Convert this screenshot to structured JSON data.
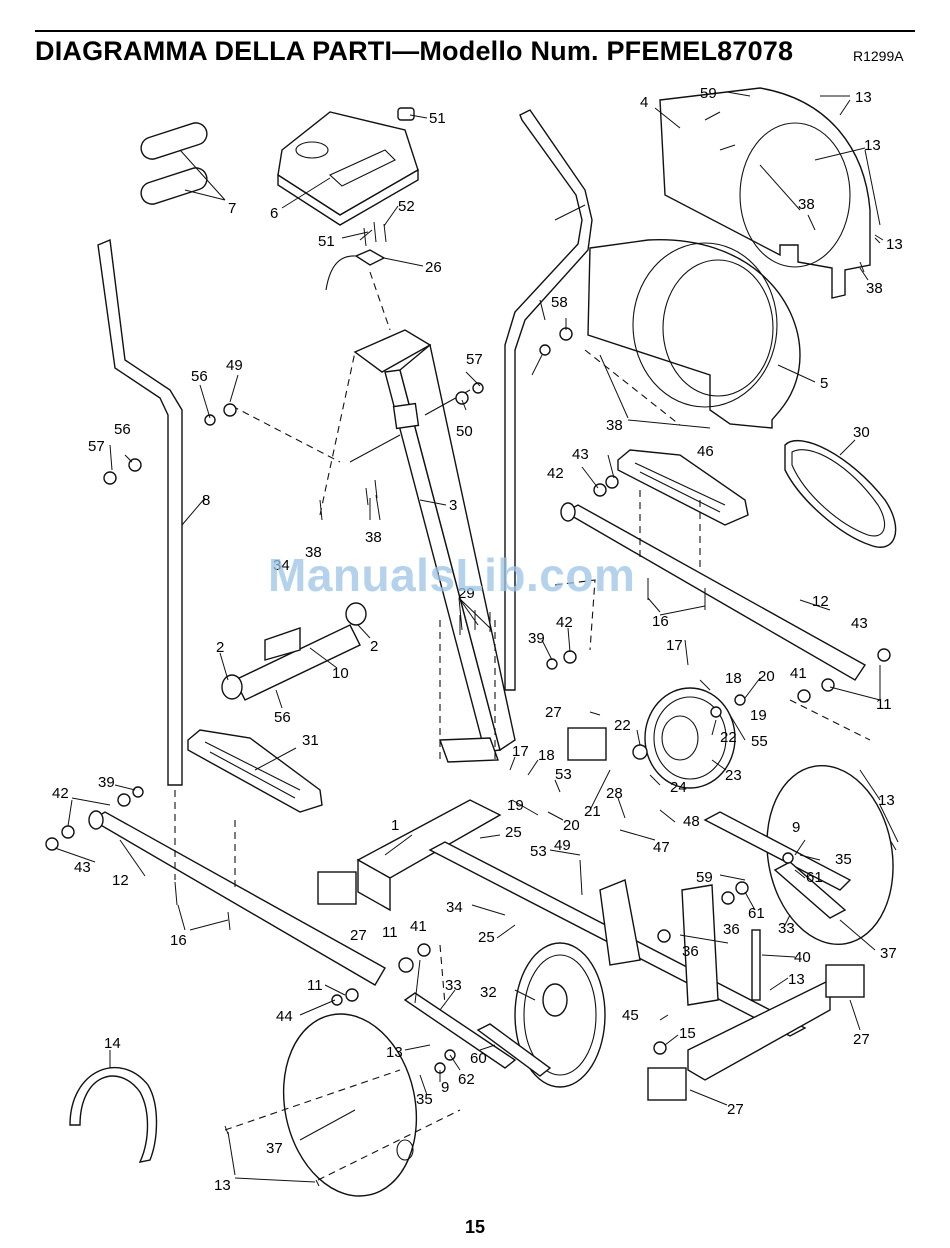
{
  "header": {
    "title": "DIAGRAMMA DELLA PARTI—Modello Num. PFEMEL87078",
    "reference_code": "R1299A"
  },
  "watermark": "ManualsLib.com",
  "page_number": "15",
  "callouts": [
    "1",
    "2",
    "2",
    "3",
    "4",
    "5",
    "6",
    "7",
    "8",
    "9",
    "9",
    "10",
    "11",
    "11",
    "11",
    "12",
    "12",
    "13",
    "13",
    "13",
    "13",
    "13",
    "13",
    "13",
    "14",
    "15",
    "16",
    "16",
    "17",
    "17",
    "18",
    "18",
    "19",
    "19",
    "20",
    "20",
    "21",
    "22",
    "22",
    "23",
    "24",
    "25",
    "25",
    "26",
    "27",
    "27",
    "27",
    "27",
    "28",
    "29",
    "30",
    "31",
    "32",
    "33",
    "33",
    "34",
    "34",
    "35",
    "35",
    "36",
    "36",
    "37",
    "37",
    "38",
    "38",
    "38",
    "38",
    "38",
    "39",
    "39",
    "40",
    "41",
    "41",
    "42",
    "42",
    "42",
    "43",
    "43",
    "43",
    "44",
    "45",
    "46",
    "47",
    "48",
    "49",
    "49",
    "50",
    "51",
    "51",
    "52",
    "53",
    "53",
    "55",
    "56",
    "56",
    "56",
    "57",
    "57",
    "58",
    "59",
    "59",
    "60",
    "61",
    "61",
    "62"
  ]
}
